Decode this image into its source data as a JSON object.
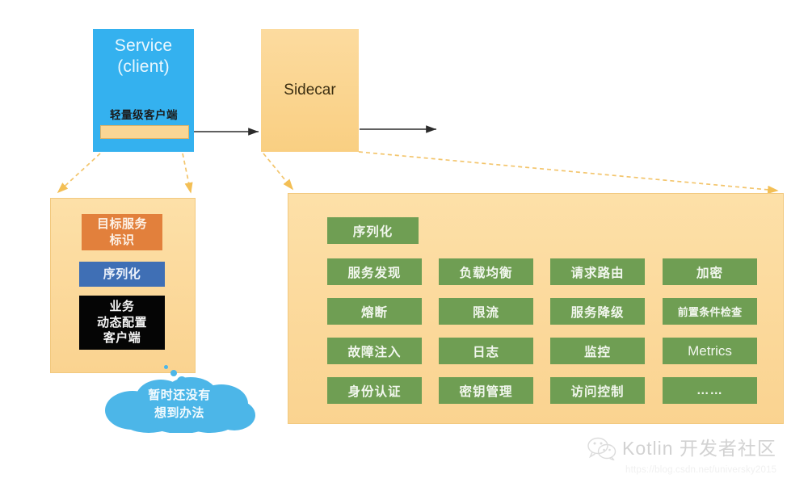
{
  "diagram": {
    "service_box": {
      "title": "Service\n(client)",
      "light_client_label": "轻量级客户端",
      "fill": "#34b1ef"
    },
    "sidecar_box": {
      "title": "Sidecar",
      "fill": "#fbd38c"
    },
    "left_panel": {
      "fill": "#fbdb9c",
      "boxes": [
        {
          "label": "目标服务\n标识",
          "fill": "#e2803c"
        },
        {
          "label": "序列化",
          "fill": "#3f6fb5"
        },
        {
          "label": "业务\n动态配置\n客户端",
          "fill": "#050505"
        }
      ]
    },
    "cloud": {
      "text": "暂时还没有\n想到办法",
      "fill": "#4cb6e8"
    },
    "right_panel": {
      "fill": "#fbdb9c",
      "chip_fill": "#6f9e53",
      "rows": [
        [
          {
            "label": "序列化",
            "style": "cjk"
          }
        ],
        [
          {
            "label": "服务发现",
            "style": "cjk"
          },
          {
            "label": "负载均衡",
            "style": "cjk"
          },
          {
            "label": "请求路由",
            "style": "cjk"
          },
          {
            "label": "加密",
            "style": "cjk"
          }
        ],
        [
          {
            "label": "熔断",
            "style": "cjk"
          },
          {
            "label": "限流",
            "style": "cjk"
          },
          {
            "label": "服务降级",
            "style": "cjk"
          },
          {
            "label": "前置条件检查",
            "style": "cjk-small"
          }
        ],
        [
          {
            "label": "故障注入",
            "style": "cjk"
          },
          {
            "label": "日志",
            "style": "cjk"
          },
          {
            "label": "监控",
            "style": "cjk"
          },
          {
            "label": "Metrics",
            "style": "latin"
          }
        ],
        [
          {
            "label": "身份认证",
            "style": "cjk"
          },
          {
            "label": "密钥管理",
            "style": "cjk"
          },
          {
            "label": "访问控制",
            "style": "cjk"
          },
          {
            "label": "……",
            "style": "cjk"
          }
        ]
      ]
    },
    "connectors": {
      "solid_arrow_color": "#2b2b2b",
      "dashed_arrow_color": "#f5c460"
    }
  },
  "watermark": {
    "brand": "Kotlin 开发者社区",
    "url": "https://blog.csdn.net/universky2015",
    "icon": "wechat-icon"
  }
}
